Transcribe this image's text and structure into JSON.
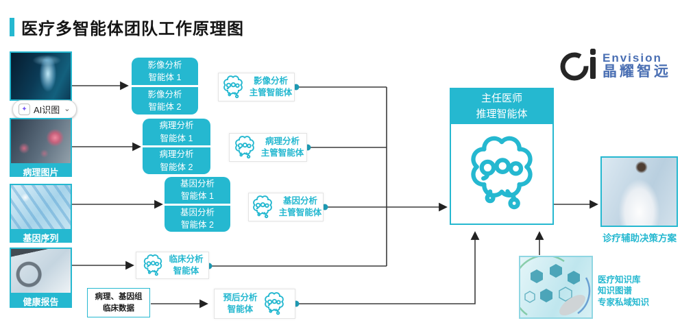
{
  "title": "医疗多智能体团队工作原理图",
  "logo": {
    "envision": "Envision",
    "cn": "晶耀智远"
  },
  "ai_button": {
    "label": "AI识图",
    "sparkle": "✦",
    "chevron": "⌄"
  },
  "inputs": {
    "pathology": {
      "label": "病理图片"
    },
    "gene": {
      "label": "基因序列"
    },
    "health": {
      "label": "健康报告"
    }
  },
  "agents": {
    "imaging1": {
      "l1": "影像分析",
      "l2": "智能体 1"
    },
    "imaging2": {
      "l1": "影像分析",
      "l2": "智能体 2"
    },
    "pathology1": {
      "l1": "病理分析",
      "l2": "智能体 1"
    },
    "pathology2": {
      "l1": "病理分析",
      "l2": "智能体 2"
    },
    "gene1": {
      "l1": "基因分析",
      "l2": "智能体 1"
    },
    "gene2": {
      "l1": "基因分析",
      "l2": "智能体 2"
    }
  },
  "supervisors": {
    "imaging": {
      "l1": "影像分析",
      "l2": "主管智能体"
    },
    "pathology": {
      "l1": "病理分析",
      "l2": "主管智能体"
    },
    "gene": {
      "l1": "基因分析",
      "l2": "主管智能体"
    }
  },
  "clinical": {
    "l1": "临床分析",
    "l2": "智能体"
  },
  "prognosis": {
    "l1": "预后分析",
    "l2": "智能体"
  },
  "databox": {
    "l1": "病理、基因组",
    "l2": "临床数据"
  },
  "chief": {
    "l1": "主任医师",
    "l2": "推理智能体"
  },
  "doctor_caption": "诊疗辅助决策方案",
  "knowledge": {
    "l1": "医疗知识库",
    "l2": "知识图谱",
    "l3": "专家私域知识"
  },
  "colors": {
    "teal": "#25b8d0",
    "logo_blue": "#4a6fb3",
    "line": "#333333",
    "sparkle_purple": "#7a5af5"
  }
}
